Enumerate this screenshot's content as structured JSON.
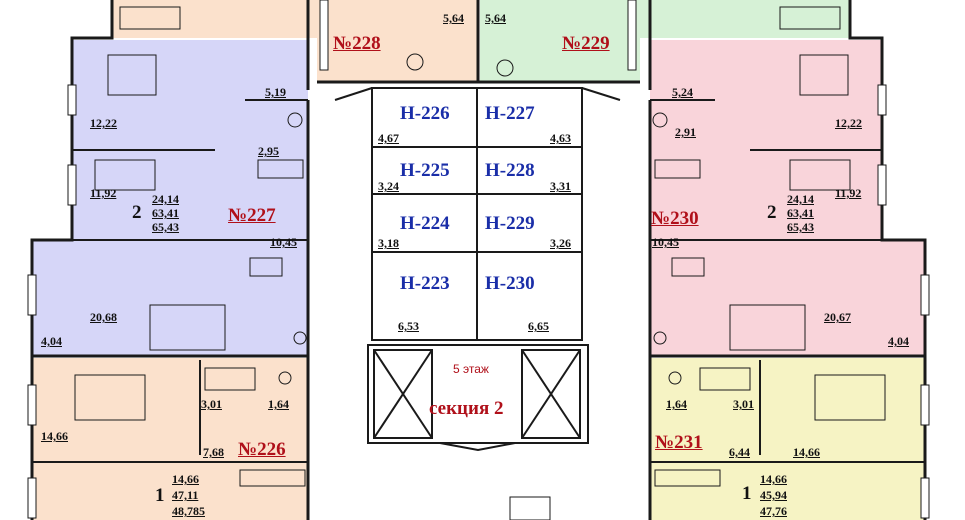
{
  "floor_label": "5 этаж",
  "section_label": "секция 2",
  "colors": {
    "apt_226": "#fbe1cc",
    "apt_227": "#d6d6f8",
    "apt_228": "#fbe1cc",
    "apt_229": "#d6f1d6",
    "apt_230": "#f9d4da",
    "apt_231": "#f6f3c4",
    "apt_number_text": "#b0101a",
    "storage_text": "#1a2ea8",
    "wall": "#1a1a1a"
  },
  "apartments": [
    {
      "id": "apt_228",
      "number": "№228",
      "areas": [
        "5,64"
      ]
    },
    {
      "id": "apt_229",
      "number": "№229",
      "areas": [
        "5,64"
      ]
    },
    {
      "id": "apt_227",
      "number": "№227",
      "rooms": "2",
      "totals": [
        "24,14",
        "63,41",
        "65,43"
      ],
      "areas": [
        "12,22",
        "5,19",
        "2,95",
        "11,92",
        "10,45",
        "20,68",
        "4,04"
      ]
    },
    {
      "id": "apt_230",
      "number": "№230",
      "rooms": "2",
      "totals": [
        "24,14",
        "63,41",
        "65,43"
      ],
      "areas": [
        "5,24",
        "2,91",
        "12,22",
        "11,92",
        "10,45",
        "20,67",
        "4,04"
      ]
    },
    {
      "id": "apt_226",
      "number": "№226",
      "rooms": "1",
      "totals": [
        "14,66",
        "47,11",
        "48,785"
      ],
      "areas": [
        "3,01",
        "1,64",
        "14,66",
        "7,68"
      ]
    },
    {
      "id": "apt_231",
      "number": "№231",
      "rooms": "1",
      "totals": [
        "14,66",
        "45,94",
        "47,76"
      ],
      "areas": [
        "1,64",
        "3,01",
        "6,44",
        "14,66"
      ]
    }
  ],
  "storage": [
    {
      "left": "Н-226",
      "right": "Н-227",
      "left_area": "4,67",
      "right_area": "4,63"
    },
    {
      "left": "Н-225",
      "right": "Н-228",
      "left_area": "3,24",
      "right_area": "3,31"
    },
    {
      "left": "Н-224",
      "right": "Н-229",
      "left_area": "3,18",
      "right_area": "3,26"
    },
    {
      "left": "Н-223",
      "right": "Н-230",
      "left_area": "6,53",
      "right_area": "6,65"
    }
  ]
}
